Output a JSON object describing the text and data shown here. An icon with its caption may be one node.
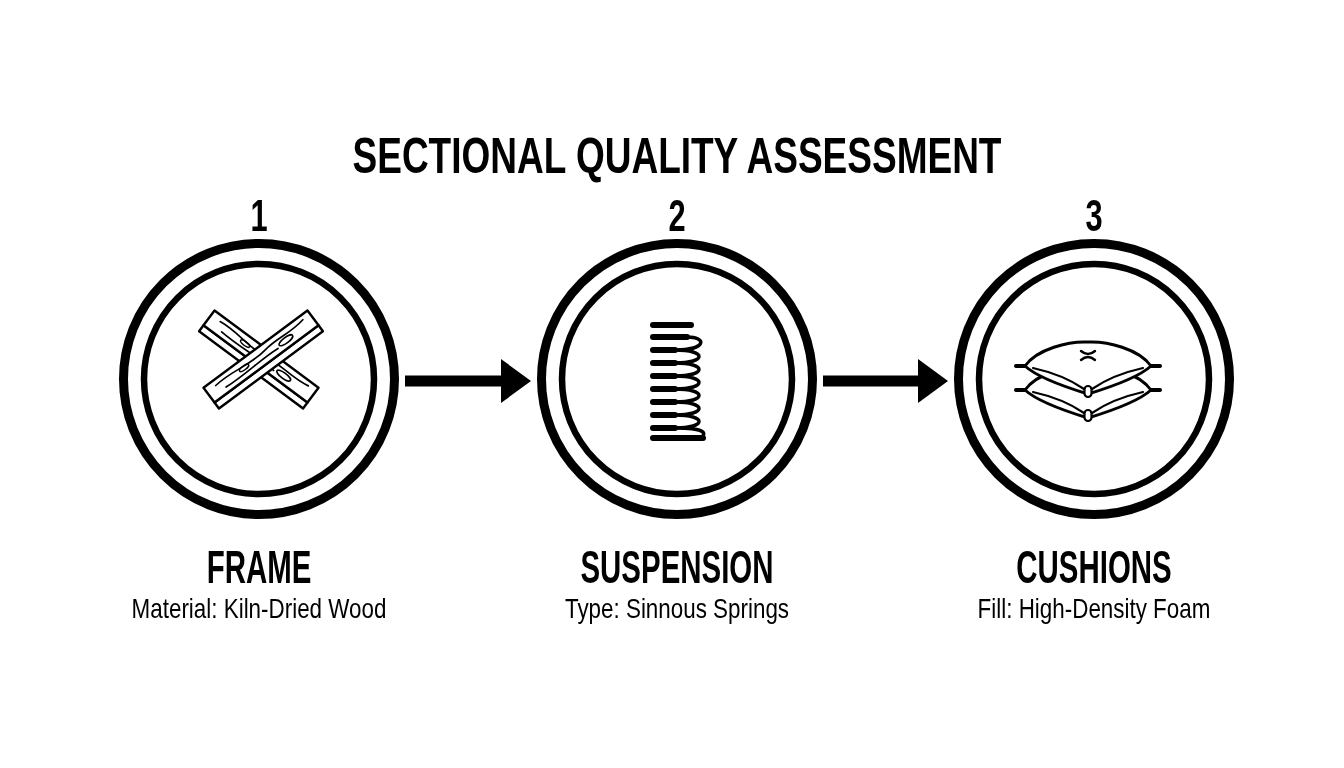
{
  "diagram": {
    "title": "SECTIONAL QUALITY ASSESSMENT",
    "nodes": [
      {
        "text": [
          "1",
          "FRAME",
          "Material: Kiln-Dried Wood"
        ]
      },
      {
        "text": [
          "2",
          "SUSPENSION",
          "Type: Sinnous Springs"
        ]
      },
      {
        "text": [
          "3",
          "CUSHIONS",
          "Fill: High-Density Foam"
        ]
      }
    ],
    "edges": [
      {
        "from": 0,
        "to": 1,
        "arrow": "to"
      },
      {
        "from": 1,
        "to": 2,
        "arrow": "to"
      }
    ]
  }
}
